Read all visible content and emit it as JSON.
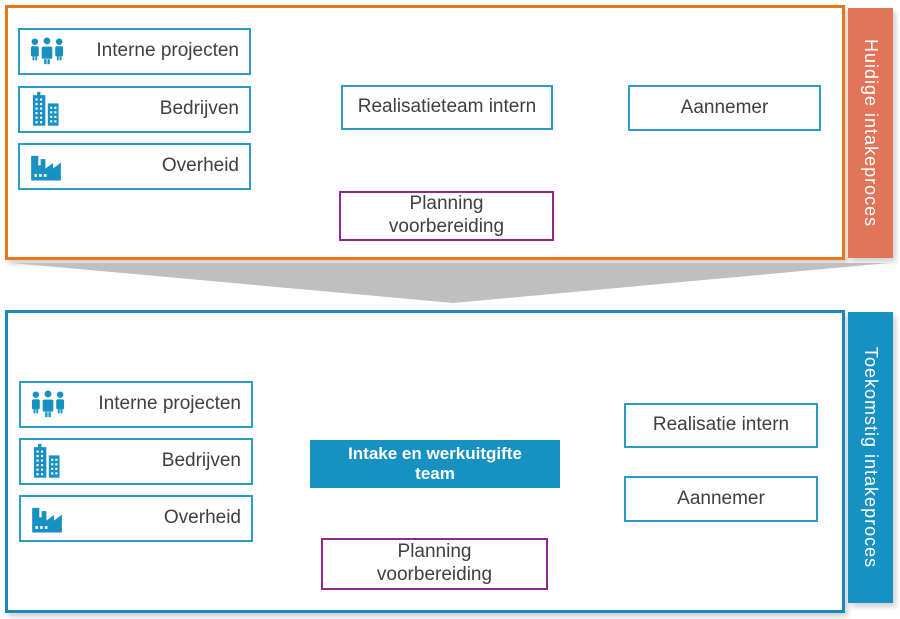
{
  "colors": {
    "current_border": "#E8761D",
    "current_banner": "#E2745A",
    "future_border": "#1789BD",
    "future_banner": "#1791C1",
    "box_border": "#2A9CC9",
    "planning_border": "#8F2A90",
    "team_fill": "#1791C1",
    "icon": "#1791C1",
    "text": "#3F3F3F",
    "connector": "#1A1A1A",
    "transition_arrow": "#BFBFBF"
  },
  "current": {
    "banner_label": "Huidige intakeproces",
    "sources": [
      {
        "label": "Interne projecten",
        "icon": "people-group-icon"
      },
      {
        "label": "Bedrijven",
        "icon": "office-buildings-icon"
      },
      {
        "label": "Overheid",
        "icon": "factory-icon"
      }
    ],
    "team_label": "Realisatieteam intern",
    "outputs": [
      {
        "label": "Aannemer"
      }
    ],
    "planning_label": "Planning voorbereiding"
  },
  "future": {
    "banner_label": "Toekomstig intakeproces",
    "sources": [
      {
        "label": "Interne projecten",
        "icon": "people-group-icon"
      },
      {
        "label": "Bedrijven",
        "icon": "office-buildings-icon"
      },
      {
        "label": "Overheid",
        "icon": "factory-icon"
      }
    ],
    "team_label": "Intake en werkuitgifte team",
    "outputs": [
      {
        "label": "Realisatie intern"
      },
      {
        "label": "Aannemer"
      }
    ],
    "planning_label": "Planning voorbereiding"
  }
}
